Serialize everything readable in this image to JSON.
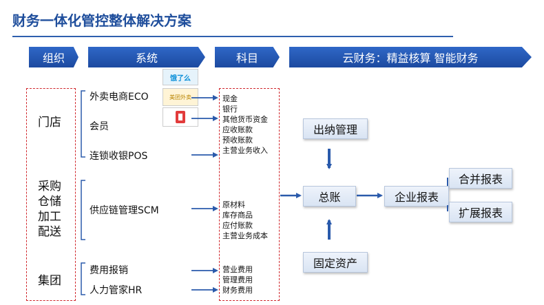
{
  "title": "财务一体化管控整体解决方案",
  "header": {
    "org": "组织",
    "system": "系统",
    "subject": "科目",
    "cloud": "云财务：精益核算 智能财务"
  },
  "org": {
    "store": "门店",
    "purchase": [
      "采购",
      "仓储",
      "加工",
      "配送"
    ],
    "group": "集团"
  },
  "systems": {
    "eco": "外卖电商ECO",
    "member": "会员",
    "pos": "连锁收银POS",
    "scm": "供应链管理SCM",
    "expense": "费用报销",
    "hr": "人力管家HR"
  },
  "logos": {
    "eleme": "饿了么",
    "meituan": "美团外卖"
  },
  "subjects": {
    "group1": [
      "现金",
      "银行",
      "其他货币资金",
      "应收账款",
      "预收账款",
      "主营业务收入"
    ],
    "group2": [
      "原材料",
      "库存商品",
      "应付账款",
      "主营业务成本"
    ],
    "group3": [
      "营业费用",
      "管理费用",
      "财务费用"
    ]
  },
  "finance": {
    "cashier": "出纳管理",
    "ledger": "总账",
    "fixed_assets": "固定资产",
    "enterprise_report": "企业报表",
    "consolidated_report": "合并报表",
    "extended_report": "扩展报表"
  },
  "colors": {
    "title_blue": "#1f4e9c",
    "chevron_blue": "#2f67c7",
    "dash_red": "#d0252a",
    "arrow_blue": "#2a5aab"
  }
}
